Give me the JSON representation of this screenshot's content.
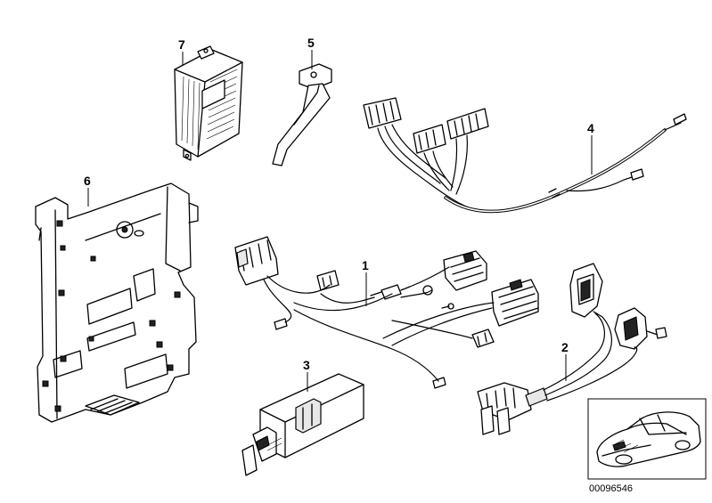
{
  "callouts": {
    "c1": "1",
    "c2": "2",
    "c3": "3",
    "c4": "4",
    "c5": "5",
    "c6": "6",
    "c7": "7"
  },
  "reference_number": "00096546"
}
